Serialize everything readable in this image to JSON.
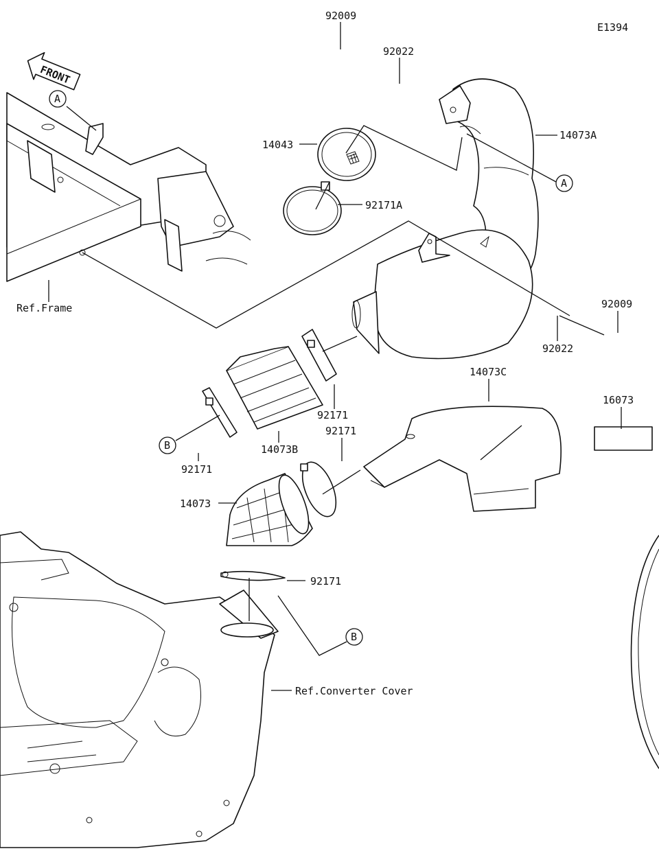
{
  "diagram_code": "E1394",
  "front_label": "FRONT",
  "callouts": {
    "p92009_top": "92009",
    "p92022_top": "92022",
    "p14073A": "14073A",
    "p14043": "14043",
    "p92171A": "92171A",
    "p92009_right": "92009",
    "p92022_right": "92022",
    "p14073C": "14073C",
    "p16073": "16073",
    "p92171_a": "92171",
    "p92171_b": "92171",
    "p92171_c": "92171",
    "p92171_d": "92171",
    "p14073B": "14073B",
    "p14073": "14073"
  },
  "references": {
    "frame": "Ref.Frame",
    "converter_cover": "Ref.Converter Cover"
  },
  "markers": {
    "a1": "A",
    "a2": "A",
    "b1": "B",
    "b2": "B"
  }
}
